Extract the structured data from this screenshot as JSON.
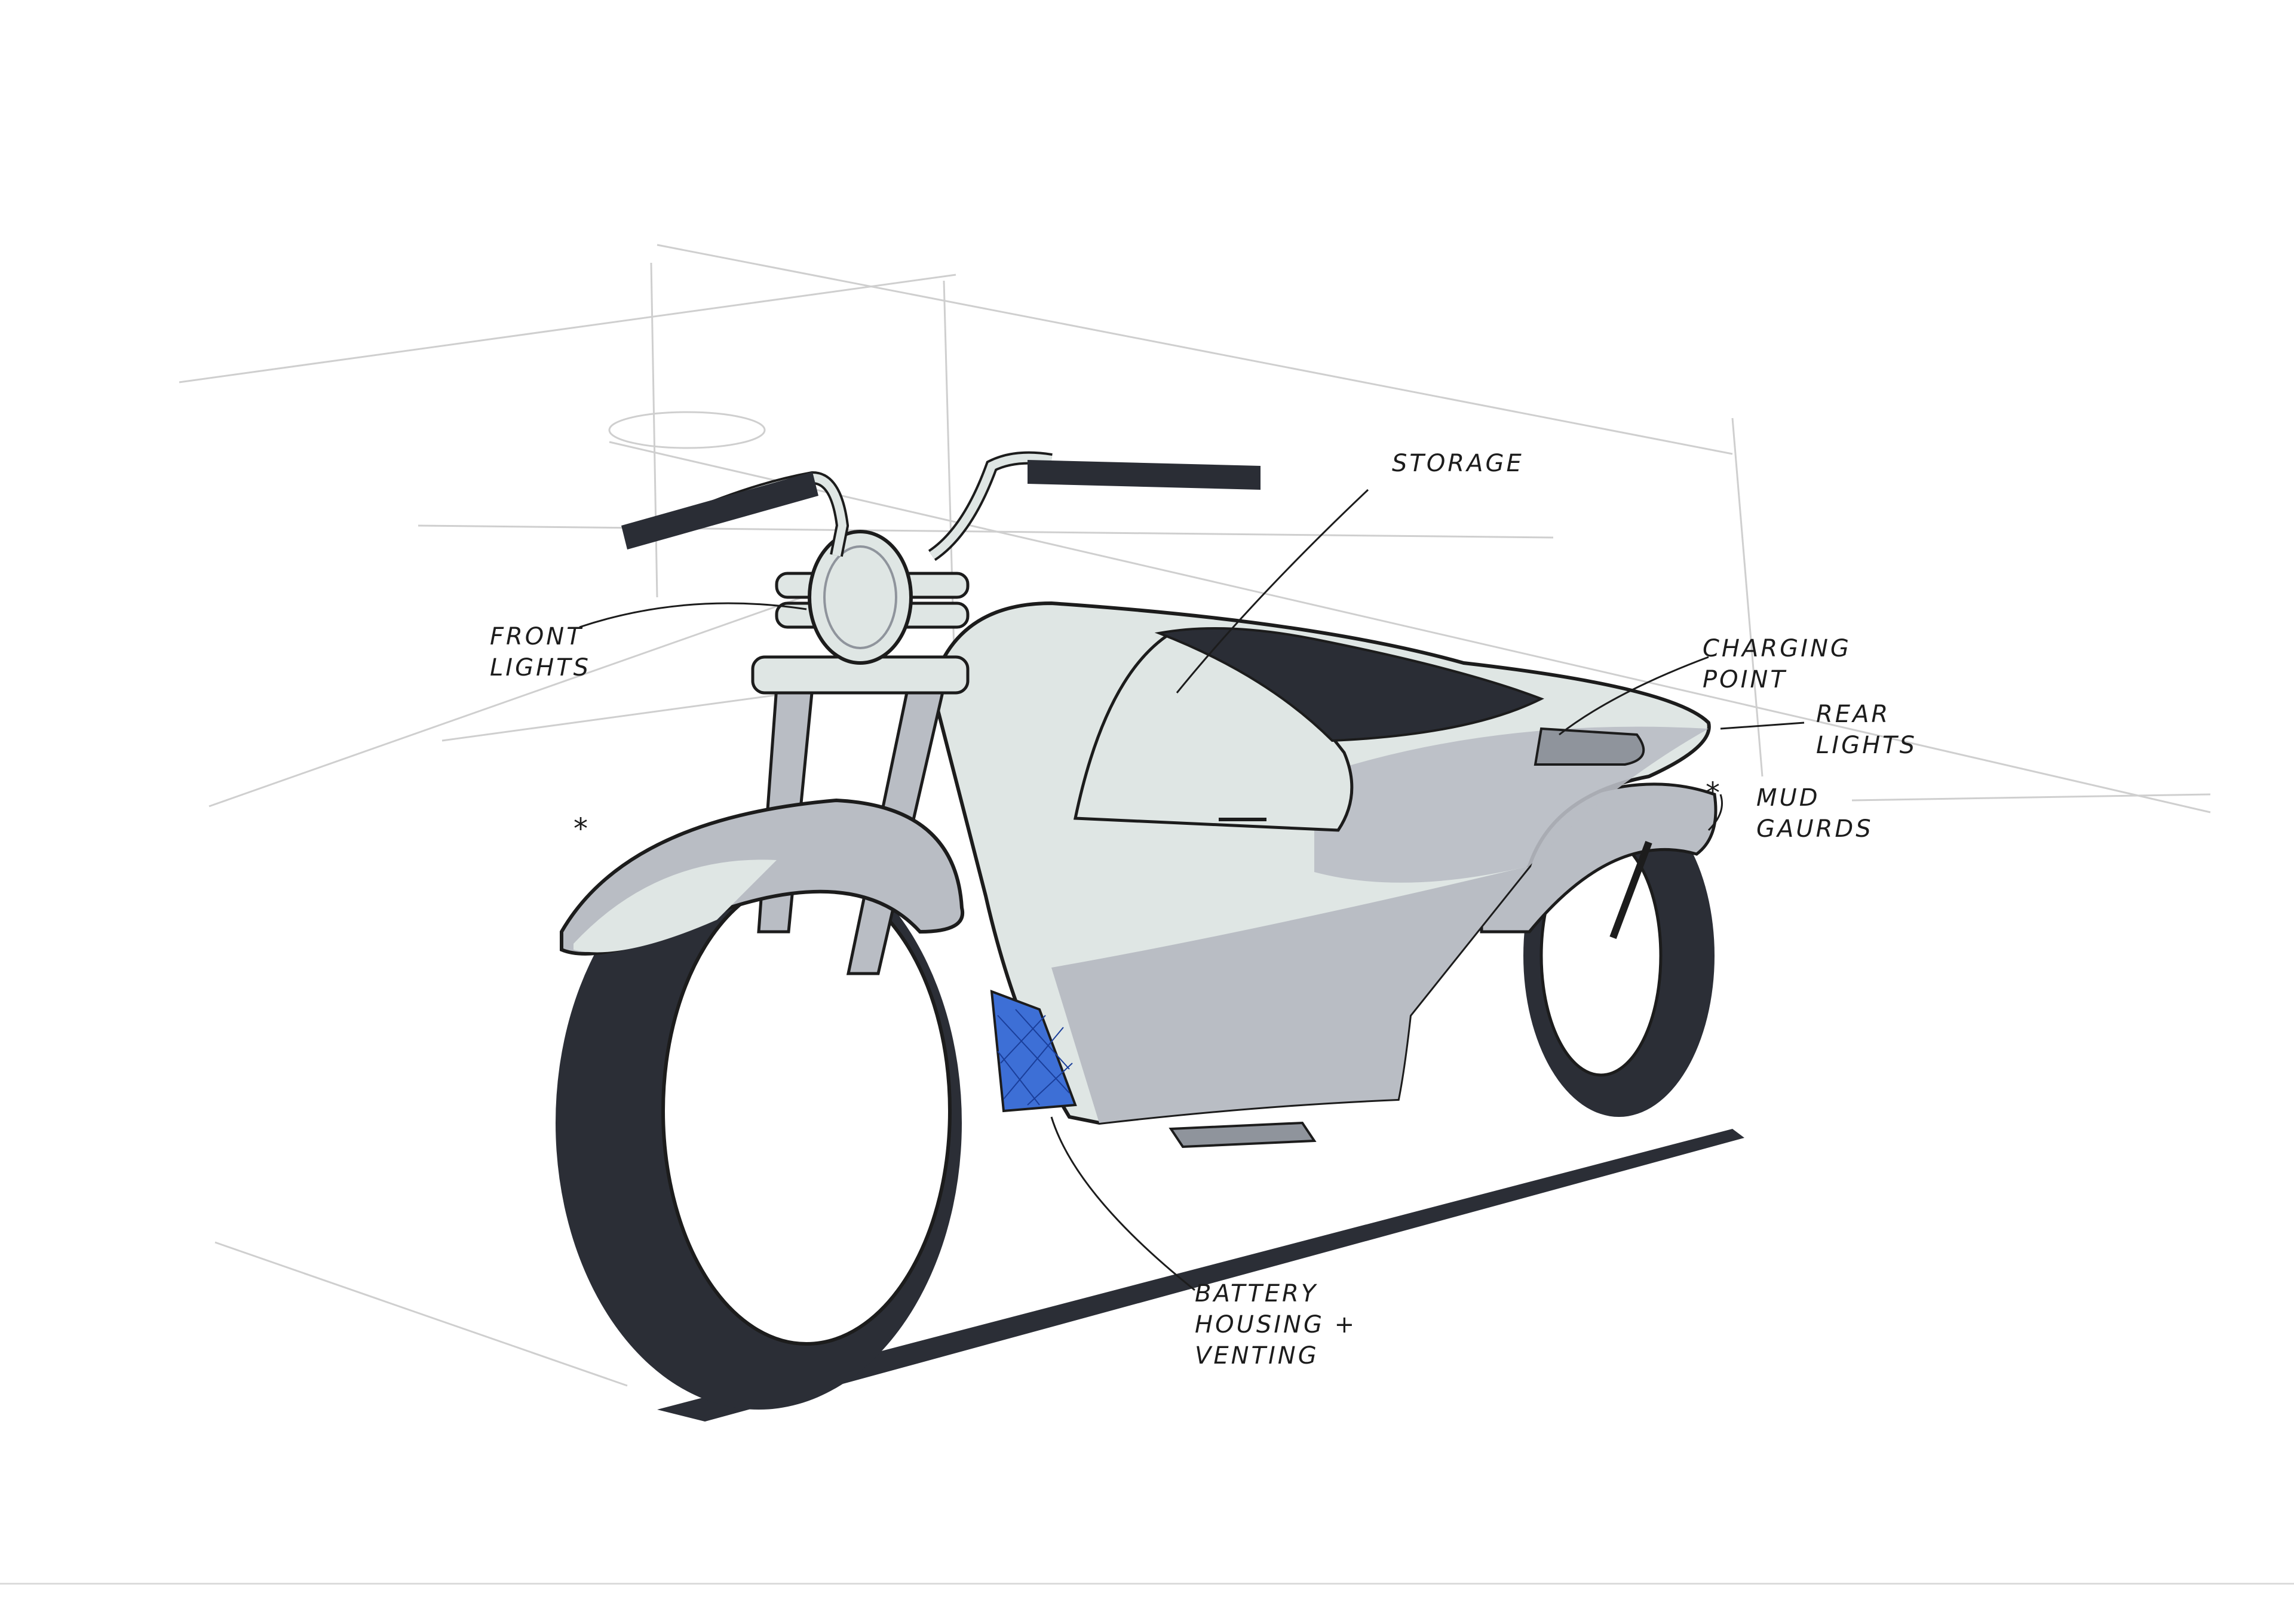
{
  "annotations": {
    "storage": "Storage",
    "front_lights": [
      "Front",
      "Lights"
    ],
    "charging_point": [
      "Charging",
      "Point"
    ],
    "rear_lights": [
      "Rear",
      "Lights"
    ],
    "mud_guards": [
      "Mud",
      "Gaurds"
    ],
    "battery": [
      "Battery",
      "Housing +",
      "Venting"
    ],
    "marker": "*"
  },
  "colors": {
    "ink": "#1c1c1c",
    "tyre": "#2b2e36",
    "body_light": "#dfe6e4",
    "body_mid": "#b9bdc4",
    "body_dark": "#8f949c",
    "seat": "#2a2d35",
    "vent": "#3d6fd6",
    "pencil": "#cfcfcf"
  }
}
